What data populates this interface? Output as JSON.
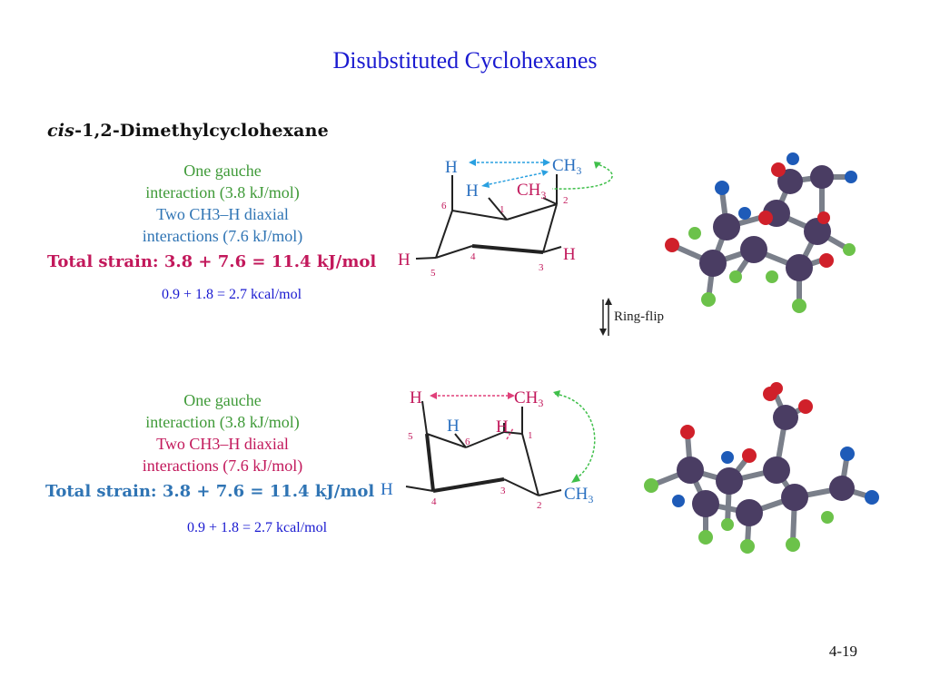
{
  "title": "Disubstituted Cyclohexanes",
  "subtitle": {
    "prefix": "cis",
    "rest": "-1,2-Dimethylcyclohexane"
  },
  "top": {
    "line1": "One gauche",
    "line2": "interaction (3.8 kJ/mol)",
    "line3": "Two CH3–H diaxial",
    "line4": "interactions (7.6 kJ/mol)",
    "total": "Total strain: 3.8 + 7.6 = 11.4 kJ/mol",
    "kcal": "0.9 + 1.8 = 2.7 kcal/mol"
  },
  "bottom": {
    "line1": "One gauche",
    "line2": "interaction (3.8 kJ/mol)",
    "line3": "Two CH3–H diaxial",
    "line4": "interactions (7.6 kJ/mol)",
    "total": "Total strain: 3.8 + 7.6 = 11.4 kJ/mol",
    "kcal": "0.9 + 1.8 = 2.7 kcal/mol"
  },
  "ring_flip": "Ring-flip",
  "page_number": "4-19",
  "top_structure": {
    "H_axial_top": "H",
    "CH3_axial_top": "CH",
    "H_eq": "H",
    "CH3_eq": "CH",
    "H_left": "H",
    "H_right": "H",
    "sub3": "3",
    "n1": "1",
    "n2": "2",
    "n3": "3",
    "n4": "4",
    "n5": "5",
    "n6": "6"
  },
  "bottom_structure": {
    "H_top": "H",
    "CH3_top": "CH",
    "H_mid1": "H",
    "H_mid2": "H",
    "H_left": "H",
    "CH3_bottom": "CH",
    "sub3": "3",
    "n1": "1",
    "n2": "2",
    "n3": "3",
    "n4": "4",
    "n5": "5",
    "n6": "6"
  },
  "colors": {
    "title": "#1a1ad0",
    "green": "#3f9a38",
    "blue": "#2f74b4",
    "magenta": "#c2185b",
    "carbon": "#4a3d63",
    "hydrogen": "#6cc24a",
    "oxygen_red": "#d0202a",
    "blue_atom": "#1e5bb8"
  }
}
